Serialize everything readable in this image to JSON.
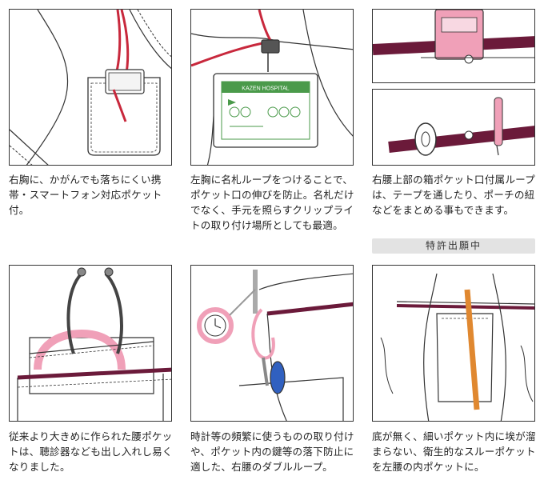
{
  "captions": [
    "右胸に、かがんでも落ちにくい携帯・スマートフォン対応ポケット付。",
    "左胸に名札ループをつけることで、ポケット口の伸びを防止。名札だけでなく、手元を照らすクリップライトの取り付け場所としても最適。",
    "右腰上部の箱ポケット口付属ループは、テープを通したり、ポーチの紐などをまとめる事もできます。",
    "従来より大きめに作られた腰ポケットは、聴診器なども出し入れし易くなりました。",
    "時計等の頻繁に使うものの取り付けや、ポケット内の鍵等の落下防止に適した、右腰のダブルループ。",
    "底が無く、細いポケット内に埃が溜まらない、衛生的なスルーポケットを左腰の内ポケットに。"
  ],
  "badge": "特許出願中",
  "illustrations": {
    "id_card_title": "KAZEN HOSPITAL"
  },
  "colors": {
    "line": "#333333",
    "maroon": "#6b1a3a",
    "red_cord": "#c8283c",
    "pink": "#f0a0b8",
    "blue": "#3060c0",
    "orange": "#e08830",
    "green": "#4a9a4a"
  }
}
